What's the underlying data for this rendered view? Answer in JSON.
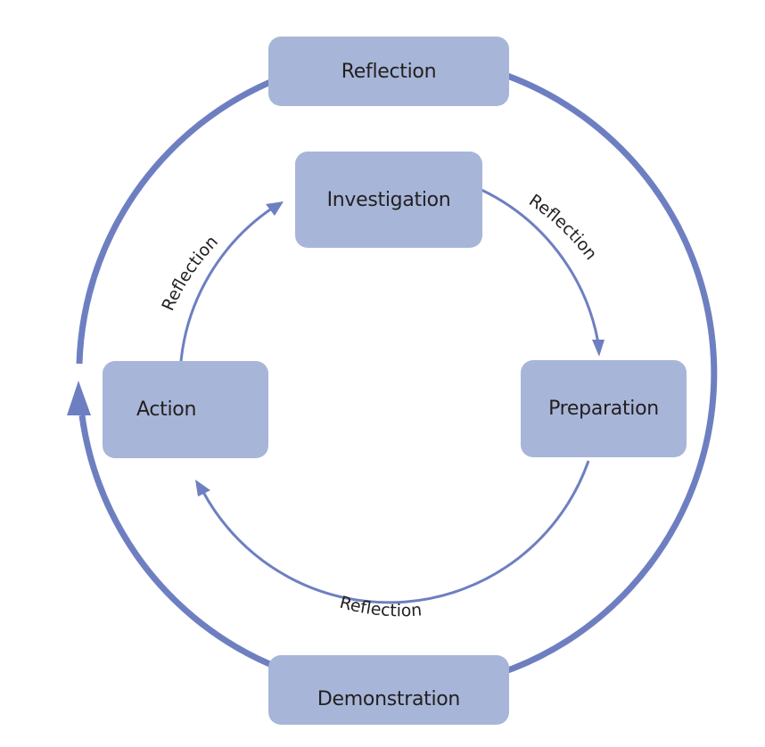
{
  "diagram": {
    "colors": {
      "box_fill": "#a7b6d8",
      "line": "#6e7fc1",
      "text": "#231f20"
    },
    "outer_cycle": {
      "nodes": [
        "Reflection",
        "Demonstration"
      ],
      "direction": "clockwise from Demonstration up the left side to Reflection"
    },
    "inner_cycle": {
      "nodes": {
        "investigation": "Investigation",
        "preparation": "Preparation",
        "action": "Action"
      },
      "edges": [
        {
          "from": "Investigation",
          "to": "Preparation",
          "label": "Reflection"
        },
        {
          "from": "Preparation",
          "to": "Action",
          "label": "Reflection"
        },
        {
          "from": "Action",
          "to": "Investigation",
          "label": "Reflection"
        }
      ]
    },
    "outer_nodes": {
      "top": "Reflection",
      "bottom": "Demonstration"
    }
  }
}
